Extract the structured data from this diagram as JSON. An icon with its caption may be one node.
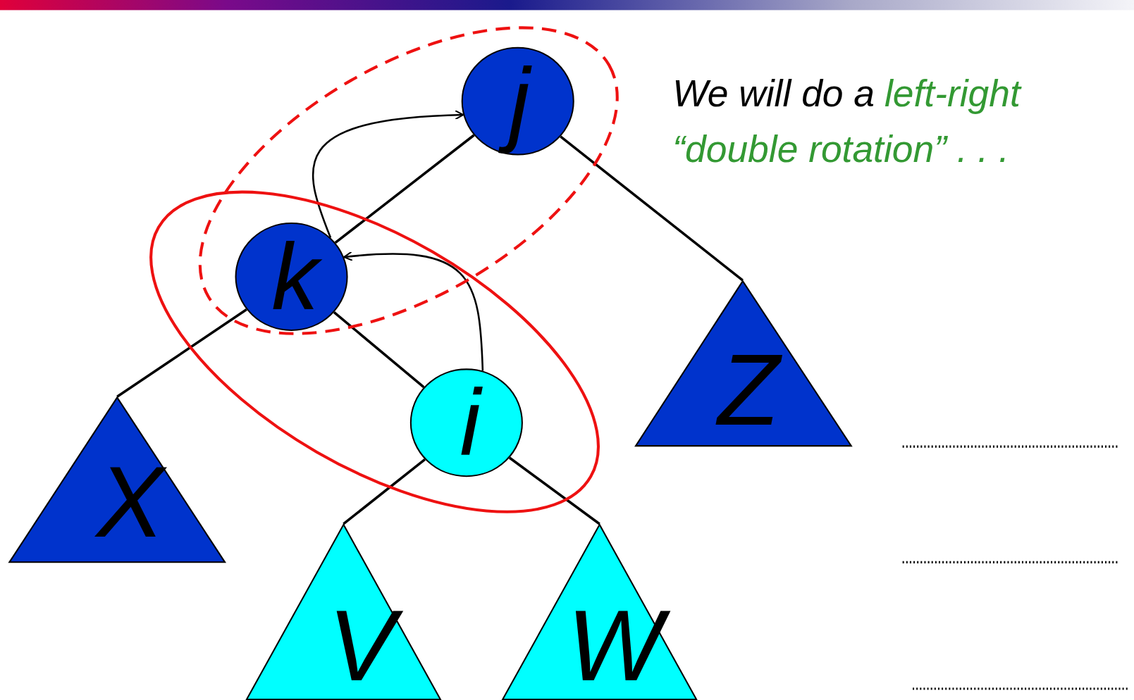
{
  "diagram": {
    "nodes": [
      {
        "text": [
          "j"
        ]
      },
      {
        "text": [
          "k"
        ]
      },
      {
        "text": [
          "Z"
        ]
      },
      {
        "text": [
          "i"
        ]
      },
      {
        "text": [
          "X"
        ]
      },
      {
        "text": [
          "V"
        ]
      },
      {
        "text": [
          "W"
        ]
      }
    ],
    "edges": [
      {
        "from": 0,
        "to": 1,
        "arrow": "none"
      },
      {
        "from": 0,
        "to": 2,
        "arrow": "none"
      },
      {
        "from": 1,
        "to": 4,
        "arrow": "none"
      },
      {
        "from": 1,
        "to": 3,
        "arrow": "none"
      },
      {
        "from": 3,
        "to": 5,
        "arrow": "none"
      },
      {
        "from": 3,
        "to": 6,
        "arrow": "none"
      },
      {
        "from": 1,
        "to": 0,
        "arrow": "to"
      },
      {
        "from": 3,
        "to": 1,
        "arrow": "to"
      }
    ],
    "labels": [
      "We will do a",
      "left-right “double rotation” . . ."
    ]
  }
}
